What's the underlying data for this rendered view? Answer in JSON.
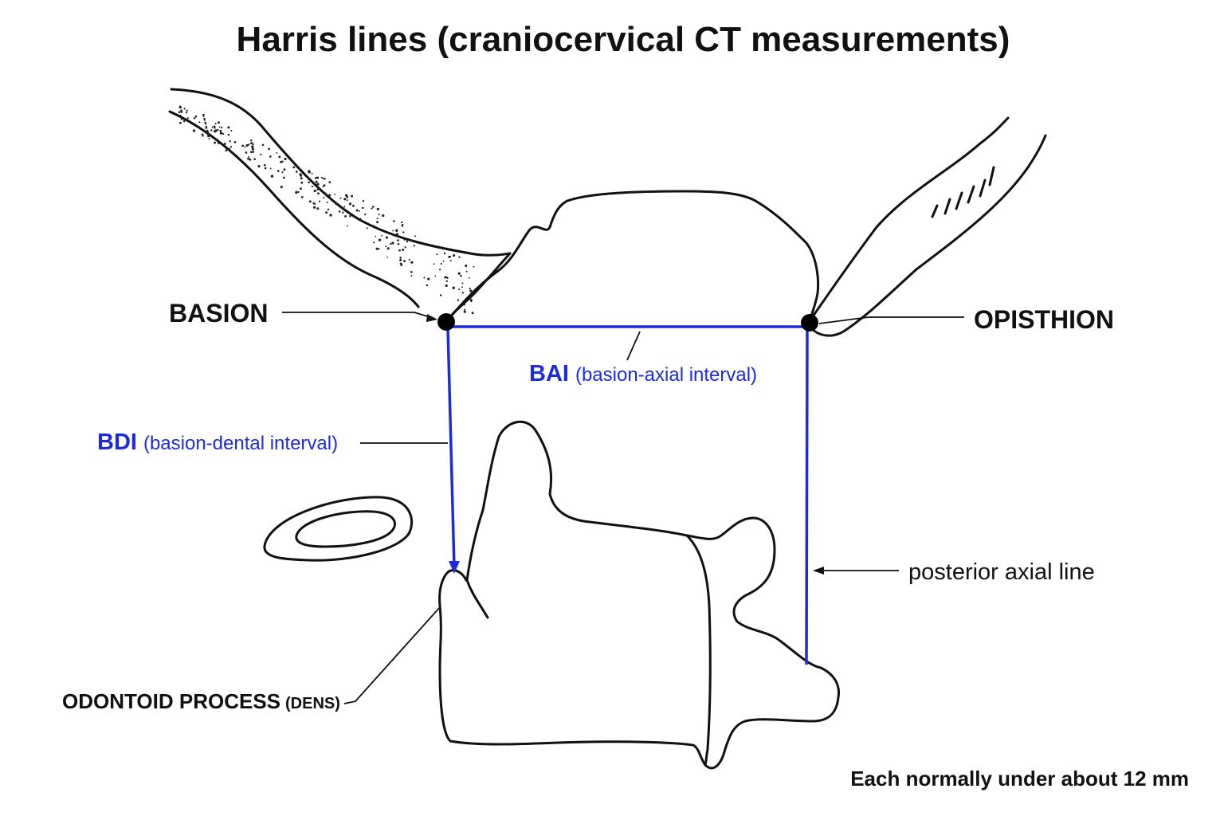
{
  "title": "Harris lines (craniocervical CT measurements)",
  "labels": {
    "basion": "BASION",
    "opisthion": "OPISTHION",
    "bai_abbr": "BAI",
    "bai_full": "(basion-axial interval)",
    "bdi_abbr": "BDI",
    "bdi_full": "(basion-dental interval)",
    "posterior_axial_line": "posterior axial line",
    "odontoid_main": "ODONTOID PROCESS",
    "odontoid_sub": "(DENS)"
  },
  "note": "Each normally under about 12 mm",
  "colors": {
    "measurement_lines": "#1f2bd6",
    "outline": "#111111"
  }
}
